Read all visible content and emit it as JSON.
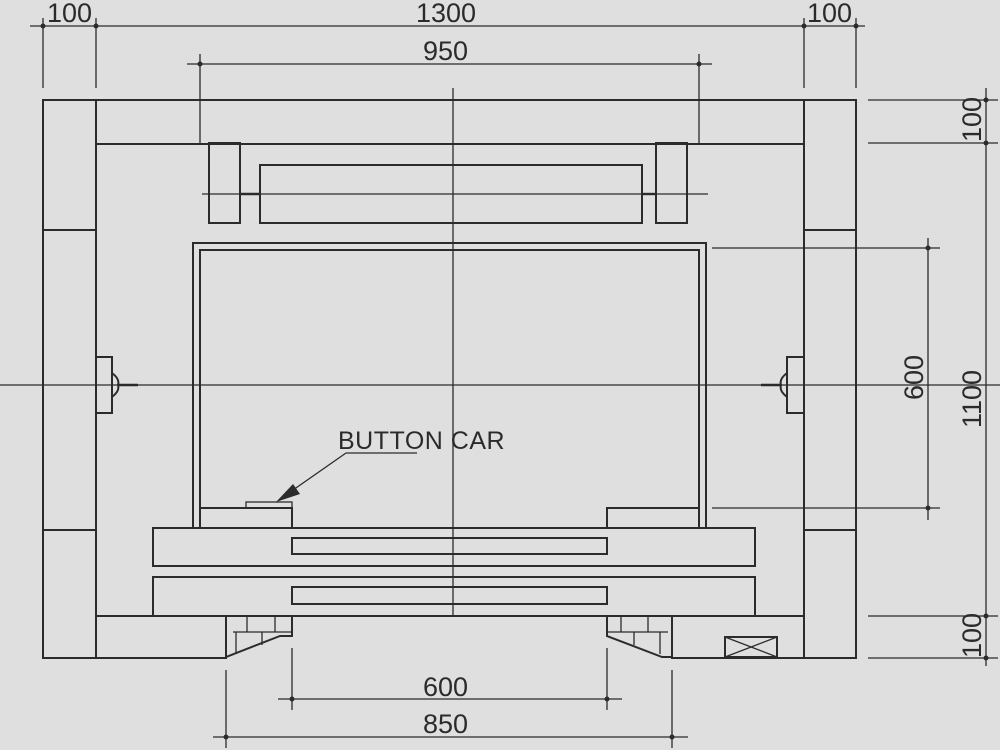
{
  "drawing": {
    "type": "elevator shaft plan",
    "background": "#e0dfdf",
    "line_color": "#2b2b2b"
  },
  "labels": {
    "button_car": "BUTTON CAR"
  },
  "dimensions": {
    "top_left_wall": "100",
    "top_overall_width": "1300",
    "top_right_wall": "100",
    "car_width": "950",
    "right_top_wall": "100",
    "right_overall_depth": "1100",
    "right_bottom_wall": "100",
    "right_car_depth": "600",
    "bottom_door_opening": "600",
    "bottom_opening_width": "850"
  }
}
